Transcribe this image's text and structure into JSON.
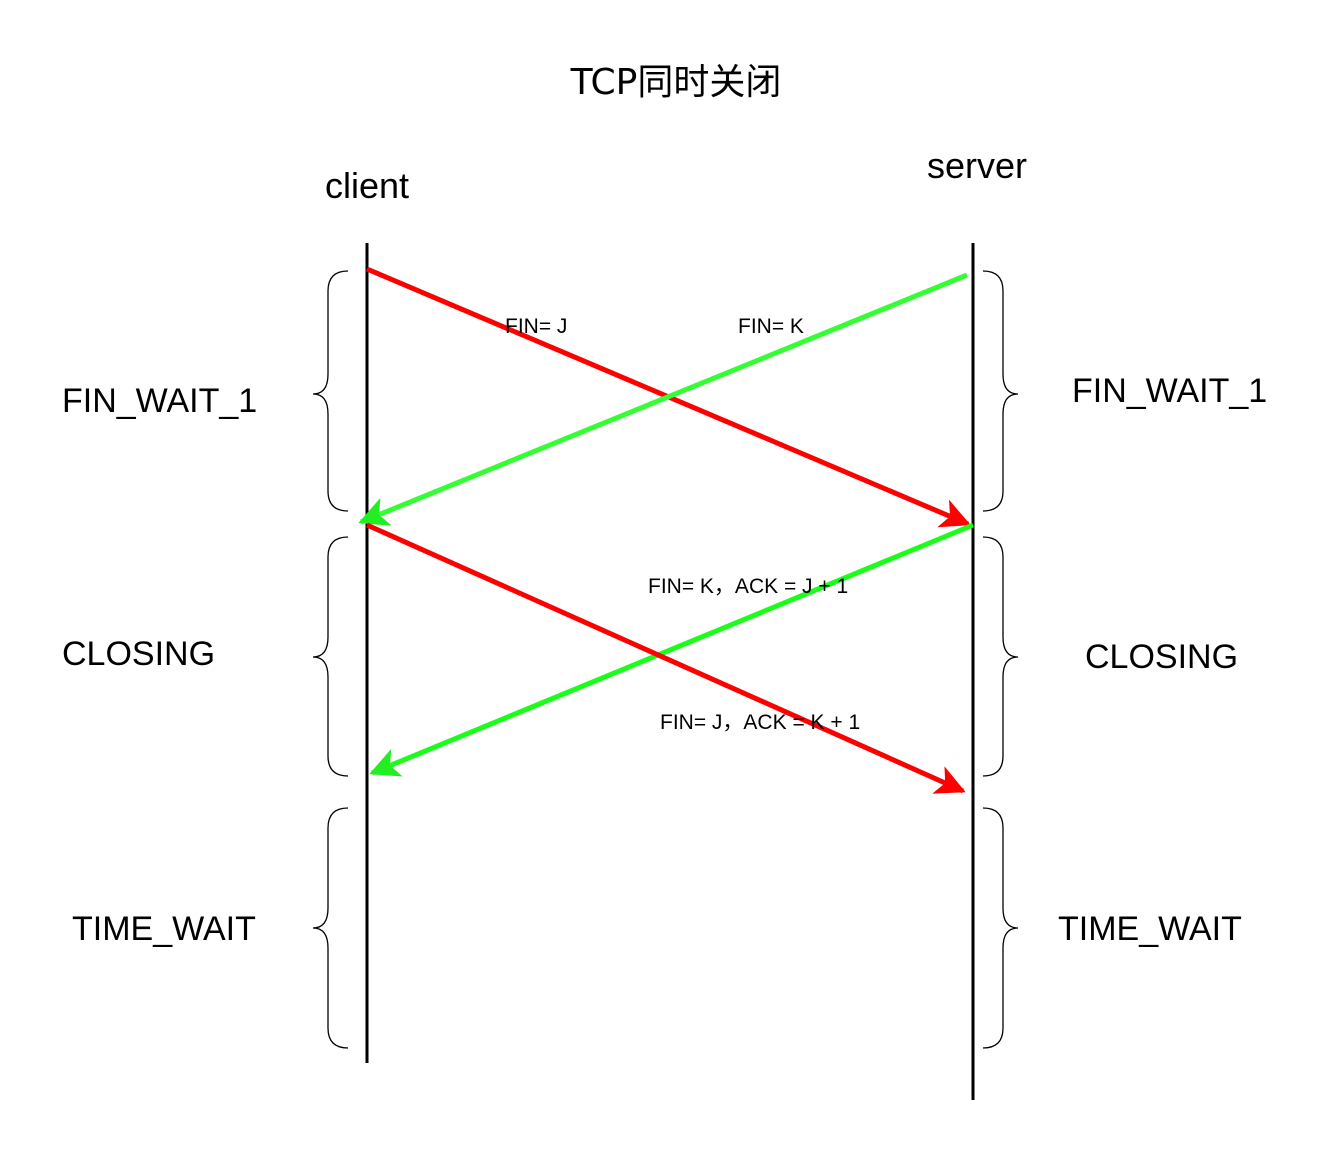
{
  "title": "TCP同时关闭",
  "client": {
    "label": "client",
    "states": [
      "FIN_WAIT_1",
      "CLOSING",
      "TIME_WAIT"
    ]
  },
  "server": {
    "label": "server",
    "states": [
      "FIN_WAIT_1",
      "CLOSING",
      "TIME_WAIT"
    ]
  },
  "messages": [
    {
      "label": "FIN= J",
      "from": "client",
      "to": "server",
      "color": "#ff0000"
    },
    {
      "label": "FIN= K",
      "from": "server",
      "to": "client",
      "color": "#33ff33"
    },
    {
      "label": "FIN= K，ACK = J + 1",
      "from": "server",
      "to": "client",
      "color": "#1aff1a"
    },
    {
      "label": "FIN= J，ACK = K + 1",
      "from": "client",
      "to": "server",
      "color": "#ff0000"
    }
  ],
  "colors": {
    "lifeline": "#000000",
    "brace": "#000000"
  }
}
